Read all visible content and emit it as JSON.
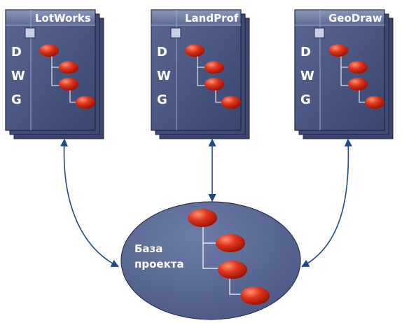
{
  "cards": [
    {
      "title": "LotWorks",
      "dwg": [
        "D",
        "W",
        "G"
      ]
    },
    {
      "title": "LandProf",
      "dwg": [
        "D",
        "W",
        "G"
      ]
    },
    {
      "title": "GeoDraw",
      "dwg": [
        "D",
        "W",
        "G"
      ]
    }
  ],
  "database": {
    "line1": "База",
    "line2": "проекта"
  },
  "colors": {
    "card_fill": "#48567f",
    "card_border": "#1c2340",
    "ellipse_fill": "#5b6a96",
    "node_fill": "#d42a16",
    "arrow": "#1f4a86"
  }
}
